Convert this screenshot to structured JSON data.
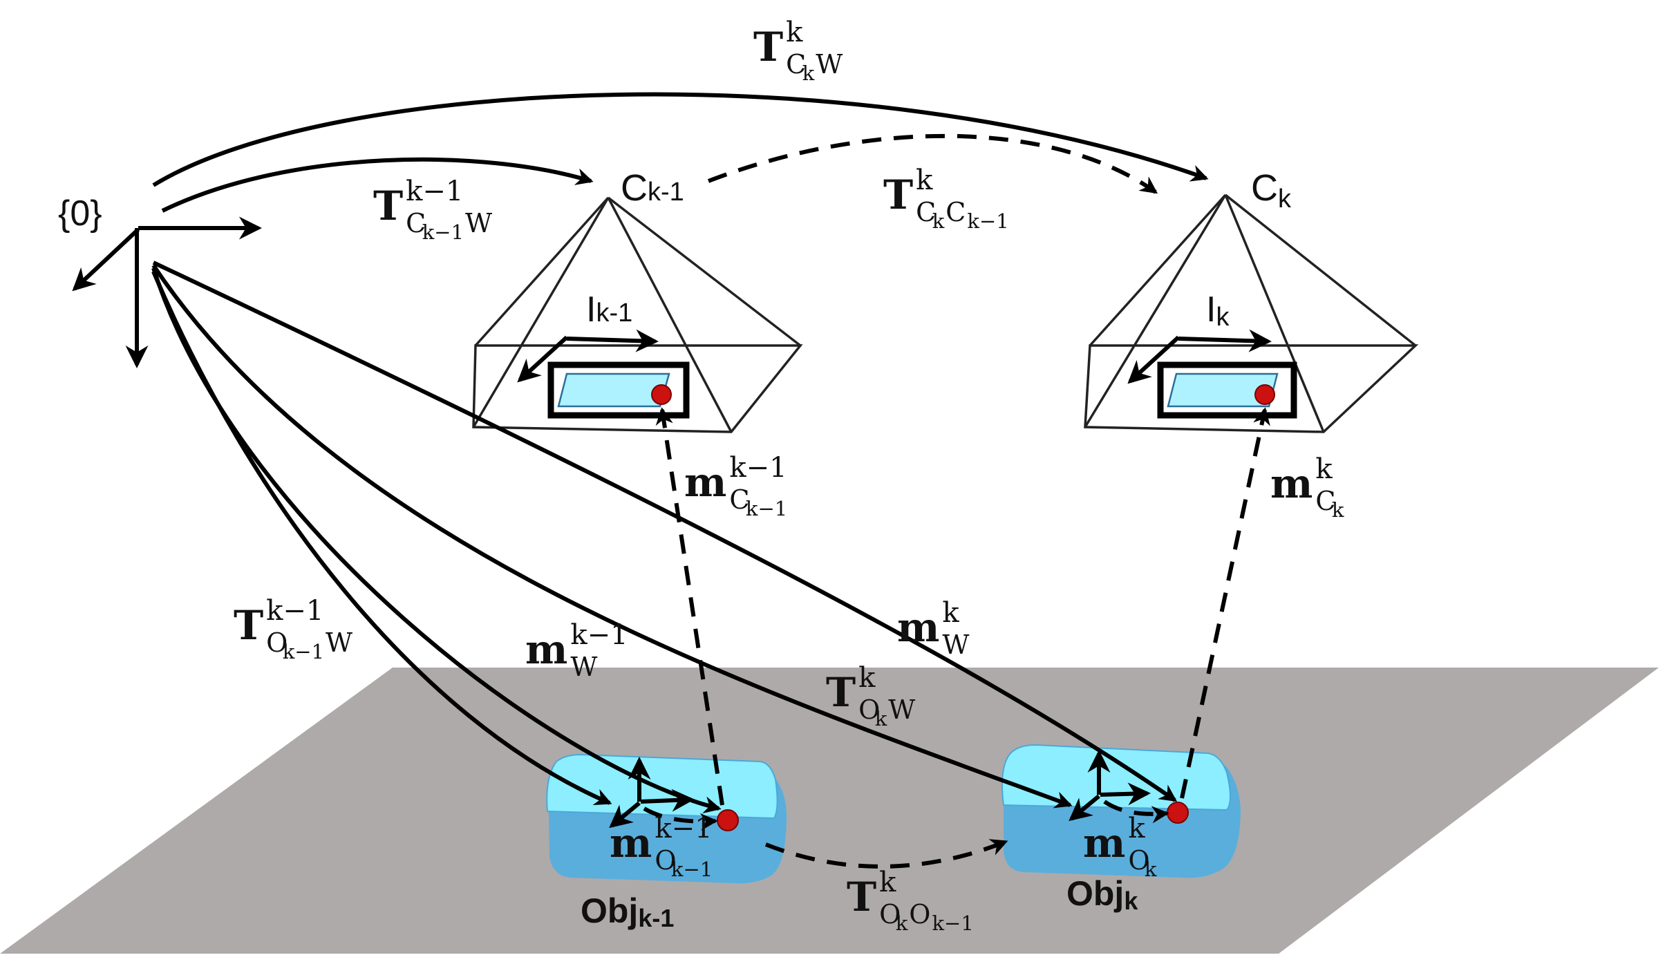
{
  "labels": {
    "world_frame": "{0}",
    "cam_prev": {
      "base": "C",
      "sub": "k-1"
    },
    "cam_curr": {
      "base": "C",
      "sub": "k"
    },
    "img_prev": {
      "base": "I",
      "sub": "k-1"
    },
    "img_curr": {
      "base": "I",
      "sub": "k"
    },
    "obj_prev": {
      "base": "Obj",
      "sub": "k-1"
    },
    "obj_curr": {
      "base": "Obj",
      "sub": "k"
    }
  },
  "math": {
    "T_CkW": {
      "base": "T",
      "sup": "k",
      "sub": "C",
      "subsub": "k",
      "subtail": "W"
    },
    "T_Ck1W": {
      "base": "T",
      "sup": "k−1",
      "sub": "C",
      "subsub": "k−1",
      "subtail": "W"
    },
    "T_CkCk1": {
      "base": "T",
      "sup": "k",
      "sub": "C",
      "subsub": "k",
      "subtail": "C",
      "subsub2": "k−1"
    },
    "m_Ck1": {
      "base": "m",
      "sup": "k−1",
      "sub": "C",
      "subsub": "k−1"
    },
    "m_Ck": {
      "base": "m",
      "sup": "k",
      "sub": "C",
      "subsub": "k"
    },
    "T_Ok1W": {
      "base": "T",
      "sup": "k−1",
      "sub": "O",
      "subsub": "k−1",
      "subtail": "W"
    },
    "m_W_k1": {
      "base": "m",
      "sup": "k−1",
      "sub": "W"
    },
    "m_W_k": {
      "base": "m",
      "sup": "k",
      "sub": "W"
    },
    "T_OkW": {
      "base": "T",
      "sup": "k",
      "sub": "O",
      "subsub": "k",
      "subtail": "W"
    },
    "m_Ok1": {
      "base": "m",
      "sup": "k−1",
      "sub": "O",
      "subsub": "k−1"
    },
    "m_Ok": {
      "base": "m",
      "sup": "k",
      "sub": "O",
      "subsub": "k"
    },
    "T_OkOk1": {
      "base": "T",
      "sup": "k",
      "sub": "O",
      "subsub": "k",
      "subtail": "O",
      "subsub2": "k−1"
    }
  },
  "colors": {
    "ground": "#aeaaa9",
    "object_top": "#8ceeff",
    "object_side": "#5aaedc",
    "image_fill": "#aef2ff",
    "bbox": "#e8141a",
    "point": "#cc1111"
  }
}
